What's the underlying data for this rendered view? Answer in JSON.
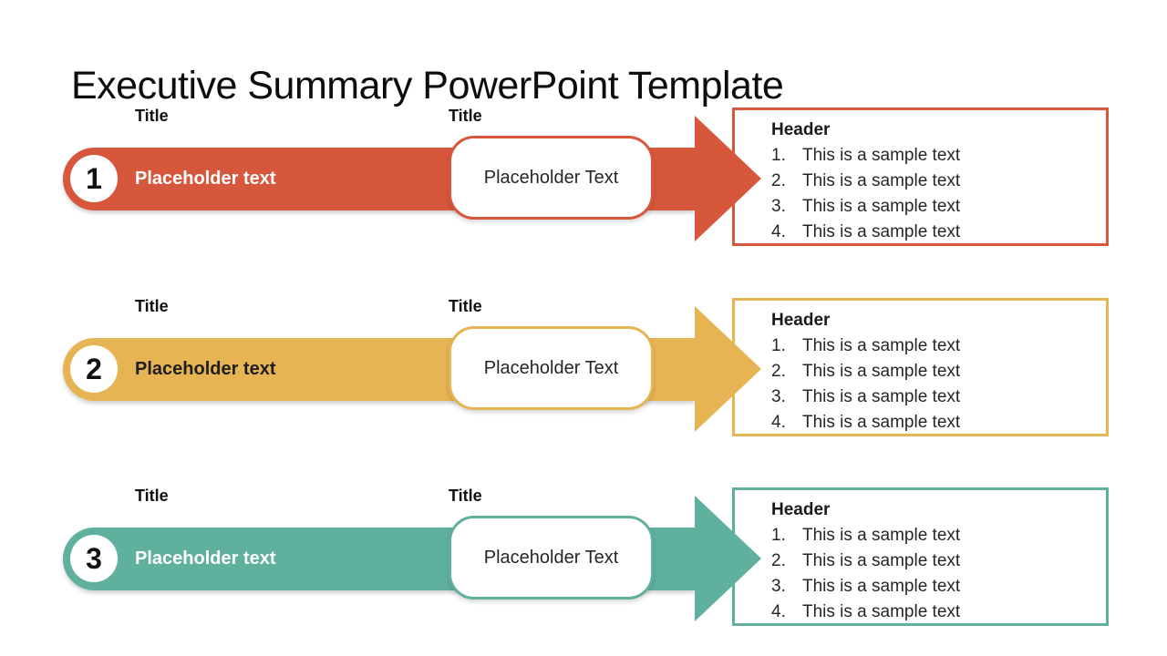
{
  "slide_title": "Executive Summary PowerPoint Template",
  "rows": [
    {
      "number": "1",
      "left_title": "Title",
      "center_title": "Title",
      "bar_label": "Placeholder text",
      "box_label": "Placeholder Text",
      "header_title": "Header",
      "items": [
        {
          "num": "1.",
          "text": "This is a sample text"
        },
        {
          "num": "2.",
          "text": "This is a sample text"
        },
        {
          "num": "3.",
          "text": "This is a sample text"
        },
        {
          "num": "4.",
          "text": "This is a sample text"
        }
      ],
      "accent_color": "#D6573C",
      "bar_text_color": "#FFFFFF"
    },
    {
      "number": "2",
      "left_title": "Title",
      "center_title": "Title",
      "bar_label": "Placeholder text",
      "box_label": "Placeholder Text",
      "header_title": "Header",
      "items": [
        {
          "num": "1.",
          "text": "This is a sample text"
        },
        {
          "num": "2.",
          "text": "This is a sample text"
        },
        {
          "num": "3.",
          "text": "This is a sample text"
        },
        {
          "num": "4.",
          "text": "This is a sample text"
        }
      ],
      "accent_color": "#E6B452",
      "bar_text_color": "#1F1F1F"
    },
    {
      "number": "3",
      "left_title": "Title",
      "center_title": "Title",
      "bar_label": "Placeholder text",
      "box_label": "Placeholder Text",
      "header_title": "Header",
      "items": [
        {
          "num": "1.",
          "text": "This is a sample text"
        },
        {
          "num": "2.",
          "text": "This is a sample text"
        },
        {
          "num": "3.",
          "text": "This is a sample text"
        },
        {
          "num": "4.",
          "text": "This is a sample text"
        }
      ],
      "accent_color": "#5FB09D",
      "bar_text_color": "#FFFFFF"
    }
  ]
}
